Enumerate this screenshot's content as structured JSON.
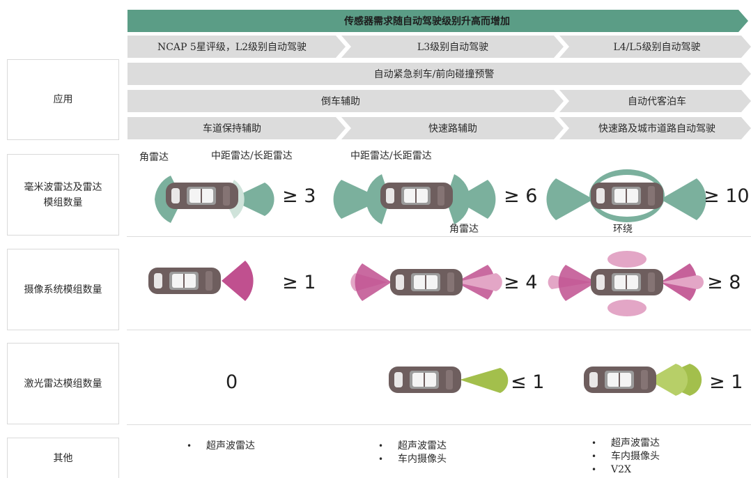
{
  "title": "传感器需求随自动驾驶级别升高而增加",
  "levels": [
    "NCAP 5星评级，L2级别自动驾驶",
    "L3级别自动驾驶",
    "L4/L5级别自动驾驶"
  ],
  "rows": {
    "application": "应用",
    "radar": "毫米波雷达及雷达\n模组数量",
    "camera": "摄像系统模组数量",
    "lidar": "激光雷达模组数量",
    "other": "其他"
  },
  "applications": {
    "aeb": "自动紧急刹车/前向碰撞预警",
    "reverse": "倒车辅助",
    "valet": "自动代客泊车",
    "lane_keep": "车道保持辅助",
    "highway": "快速路辅助",
    "highway_city": "快速路及城市道路自动驾驶"
  },
  "radar": {
    "l2_labels": {
      "corner": "角雷达",
      "mid_long": "中距雷达/长距雷达"
    },
    "l3_labels": {
      "mid_long": "中距雷达/长距雷达",
      "corner": "角雷达"
    },
    "l45_labels": {
      "surround": "环绕"
    },
    "counts": [
      "≥ 3",
      "≥ 6",
      "≥ 10"
    ]
  },
  "camera": {
    "counts": [
      "≥ 1",
      "≥ 4",
      "≥ 8"
    ]
  },
  "lidar": {
    "counts": [
      "0",
      "≤ 1",
      "≥ 1"
    ]
  },
  "other": {
    "l2": [
      "超声波雷达"
    ],
    "l3": [
      "超声波雷达",
      "车内摄像头"
    ],
    "l45": [
      "超声波雷达",
      "车内摄像头",
      "V2X"
    ]
  },
  "bullet_symbol": "•",
  "colors": {
    "banner": "#5b9d86",
    "chevron": "#dcdcdc",
    "radar": "#7bb09d",
    "radar_light": "#cfe3da",
    "camera": "#c0508f",
    "camera_light": "#e3a6c6",
    "lidar": "#a3bf4c",
    "car_body": "#6e5e5e"
  }
}
